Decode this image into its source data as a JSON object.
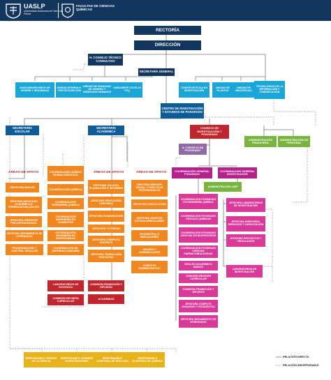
{
  "header": {
    "title": "UASLP",
    "subtitle": "Universidad Autónoma de San Luis Potosí",
    "faculty": "FACULTAD DE CIENCIAS QUÍMICAS"
  },
  "colors": {
    "navy": "#12365e",
    "blue": "#0d5c96",
    "cyan": "#1aa6d6",
    "orange": "#f0881f",
    "red": "#c0262d",
    "magenta": "#b4228c",
    "pink": "#d93a99",
    "lilac": "#9069a7",
    "green": "#79b43d",
    "gold": "#e8b31a",
    "line": "#7a7a7a",
    "dashed": "#9a9a9a"
  },
  "labels": {
    "areas_escolar": "ÁREAS DE APOYO",
    "areas_academica": "ÁREAS DE APOYO",
    "areas_cep": "ÁREAS DE APOYO"
  },
  "legend": {
    "direct": "RELACIÓN DIRECTA",
    "indispensable": "RELACIÓN INDISPENSABLE"
  },
  "nodes": {
    "rectoria": "RECTORÍA",
    "direccion": "DIRECCIÓN",
    "consejo": "H. CONSEJO TÉCNICO CONSULTIVO",
    "sec_general": "SECRETARÍA GENERAL",
    "sub_higiene": "SUBCOMISIÓN MIXTA DE HIGIENE Y SEGURIDAD",
    "proteccion": "UNIDAD INTERNA DE PROTECCIÓN CIVIL",
    "igualdad": "UNIDAD DE IGUALDAD DE GÉNERO Y DERECHOS HUMANOS",
    "covid": "SUBCOMITÉ COVID-19 FCQ",
    "etica": "COMITÉ DE ÉTICA EN INVESTIGACIÓN",
    "plantas": "UNIDAD DE PLANTAS",
    "biociencias": "UNIDAD DE BIOCIENCIAS",
    "tecnologias": "TECNOLOGÍAS DE LA INFORMACIÓN Y COMUNICACIÓN",
    "cep": "CENTRO DE INVESTIGACIÓN Y ESTUDIOS DE POSGRADO",
    "sec_escolar": "SECRETARÍA ESCOLAR",
    "sec_academica": "SECRETARÍA ACADÉMICA",
    "consejo_inv": "CONSEJO DE INVESTIGACIÓN Y POSGRADO",
    "adm_financiera": "ADMINISTRACIÓN FINANCIERA",
    "adm_personal": "ADMINISTRACIÓN DE PERSONAL",
    "h_consejo_posgrado": "H. CONSEJO DE POSGRADO",
    "coord_posgrado": "COORDINACIÓN GENERAL POSGRADO",
    "coord_investigacion": "COORDINACIÓN GENERAL INVESTIGACIÓN",
    "adm_ciep": "ADMINISTRACIÓN CIEP",
    "jef_ingles": "JEFATURA INGLÉS",
    "jef_movilidad": "JEFATURA MOVILIDAD ACADÉMICA E INTERNACIONALIZACIÓN",
    "jef_psico": "JEFATURA ATENCIÓN PSICOPEDAGÓGICA",
    "jef_egresados": "JEFATURA SEGUIMIENTO DE EGRESADOS",
    "prog_control": "PROGRAMACIÓN Y CONTROL ESCOLAR",
    "c_qfb": "COORDINACIÓN QUÍMICO FARMACOBIÓLOGO",
    "c_quimica": "COORDINACIÓN QUÍMICA",
    "c_iq": "COORDINACIÓN INGENIERÍA QUÍMICA",
    "c_alimentos": "COORDINACIÓN INGENIERÍA EN ALIMENTOS",
    "c_bioprocesos": "COORDINACIÓN INGENIERÍA EN BIOPROCESOS",
    "c_comunes": "COORDINACIÓN DE MATERIAS COMUNES",
    "jef_calidad": "JEFATURA CALIDAD, PLANEACIÓN E INFORMES",
    "jef_educacion": "JEFATURA EDUCACIÓN CONTINUA",
    "jef_humanidades": "JEFATURA HUMANIDADES",
    "jef_tutorias": "JEFATURA TUTORÍAS",
    "jef_docente": "JEFATURA CÓMPUTO DOCENTE",
    "jef_tec_educ": "JEFATURA TECNOLOGÍA EDUCATIVA",
    "jef_servicio": "JEFATURA SERVICIO SOCIAL Y PRÁCTICAS PROFESIONALES",
    "jef_vinculacion": "JEFATURA VINCULACIÓN",
    "jef_extra": "JEFATURA ASUNTOS EXTRACURRICULARES",
    "estadistica": "ESTADÍSTICA E INDICADORES",
    "imagen": "IMAGEN Y COMUNICACIÓN",
    "computo_adm": "CÓMPUTO ADMINISTRATIVO",
    "lab_docencia": "LABORATORIOS DE DOCENCIA",
    "com_revision": "COMISIÓN REVISIÓN CURRICULAR",
    "com_promocion": "COMISIÓN PROMOCIÓN Y DIFUSIÓN",
    "academias": "ACADEMIAS",
    "cp_iq": "COORDINACIÓN POSGRADO EN INGENIERÍA QUÍMICA",
    "cp_cq": "COORDINACIÓN POSGRADO CIENCIAS QUÍMICAS",
    "cp_bio": "COORDINACIÓN POSGRADO CIENCIAS EN BIOPROCESOS",
    "cp_farma": "COORDINACIÓN POSGRADO CIENCIAS FARMACOBIOLÓGICAS",
    "nucleo": "NÚCLEO ACADÉMICO BÁSICO",
    "cp_revision": "COMISIÓN REVISIÓN CURRICULAR",
    "cp_promocion": "COMISIÓN PROMOCIÓN Y DIFUSIÓN",
    "jef_computo_avz": "JEFATURA CÓMPUTO AVANZADO Y ESTADÍSTICA",
    "jef_seg_egresados": "JEFATURA SEGUIMIENTO DE EGRESADOS",
    "jef_lab_inv": "JEFATURA LABORATORIOS DE INVESTIGACIÓN",
    "jef_asesorias": "JEFATURA ASESORÍAS, SERVICIOS Y CAPACITACIÓN",
    "jef_proyectos": "JEFATURA PROYECTOS Y VINCULACIÓN",
    "lab_investigacion": "LABORATORIOS DE INVESTIGACIÓN",
    "resp_verano": "RESPONSABLE VERANO DE LA CIENCIA",
    "resp_jovenes": "RESPONSABLE JÓVENES INVESTIGADORES",
    "resp_biologia": "RESPONSABLE OLIMPIADA DE BIOLOGÍA",
    "resp_quimica": "RESPONSABLE OLIMPIADA DE QUÍMICA"
  }
}
